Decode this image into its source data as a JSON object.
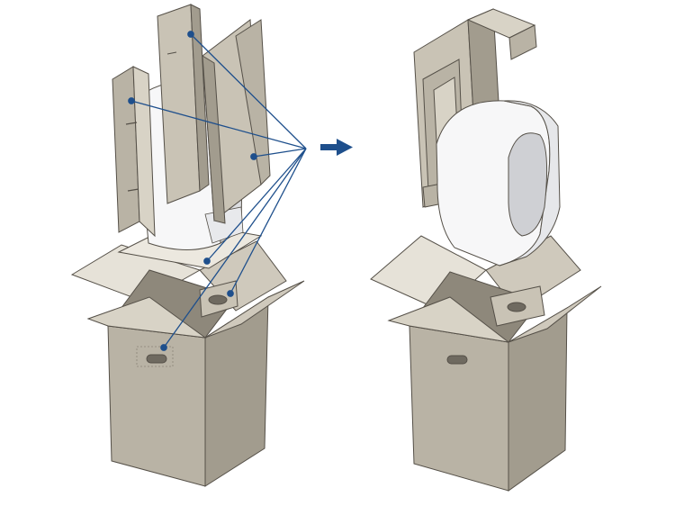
{
  "illustration": {
    "colors": {
      "cardboard_light": "#d8d3c6",
      "cardboard_mid": "#b9b3a5",
      "cardboard_dark": "#a29c8e",
      "cardboard_inner": "#c9c3b5",
      "flap_paper": "#e6e2d8",
      "outline": "#555048",
      "product_white": "#f7f7f8",
      "product_shade": "#dcdde0",
      "leader_line": "#1e4f8c",
      "arrow": "#1e4f8c"
    },
    "left_panel": {
      "label": "packaging-with-inserts",
      "leader_count": 6
    },
    "transition": {
      "icon": "right-arrow-icon"
    },
    "right_panel": {
      "label": "product-with-folded-insert"
    }
  }
}
